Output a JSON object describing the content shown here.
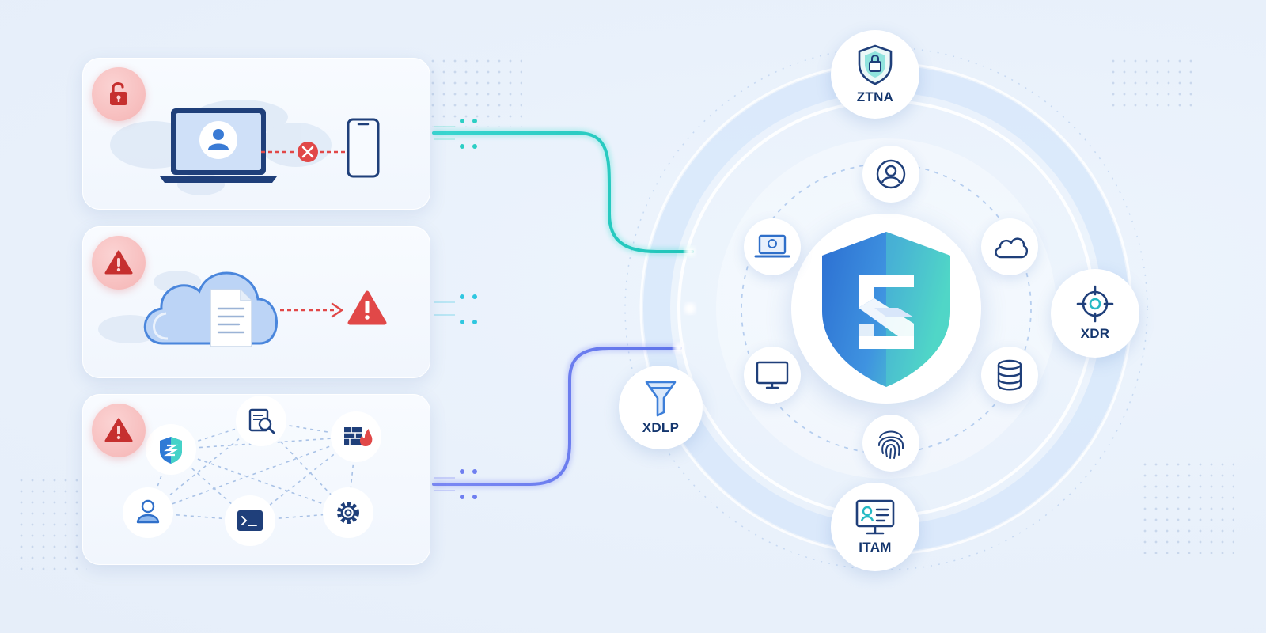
{
  "colors": {
    "alert_red": "#d63b3b",
    "navy": "#1c3a72",
    "teal_wire": "#2ccfc4",
    "cyan_wire": "#2fc7e0",
    "violet_wire": "#6f7ff0",
    "shield_blue": "#2f7ad6",
    "shield_teal": "#45d2c8"
  },
  "threat_panels": [
    {
      "id": "endpoint",
      "badge_icon": "unlock-icon",
      "content_icons": [
        "laptop-user-icon",
        "blocked-connection-icon",
        "smartphone-icon"
      ]
    },
    {
      "id": "cloud",
      "badge_icon": "warning-icon",
      "content_icons": [
        "cloud-document-icon",
        "warning-triangle-icon"
      ]
    },
    {
      "id": "network",
      "badge_icon": "warning-icon",
      "content_icons": [
        "shield-icon",
        "search-document-icon",
        "firewall-icon",
        "user-icon",
        "terminal-icon",
        "gear-icon"
      ]
    }
  ],
  "modules": [
    {
      "label": "ZTNA",
      "icon": "shield-lock-icon"
    },
    {
      "label": "XDR",
      "icon": "target-icon"
    },
    {
      "label": "ITAM",
      "icon": "monitor-id-icon"
    },
    {
      "label": "XDLP",
      "icon": "funnel-icon"
    }
  ],
  "center": {
    "icon": "brand-shield-icon"
  },
  "inner_ring_icons": [
    "user-icon",
    "cloud-icon",
    "database-icon",
    "fingerprint-icon",
    "monitor-icon",
    "laptop-icon"
  ]
}
